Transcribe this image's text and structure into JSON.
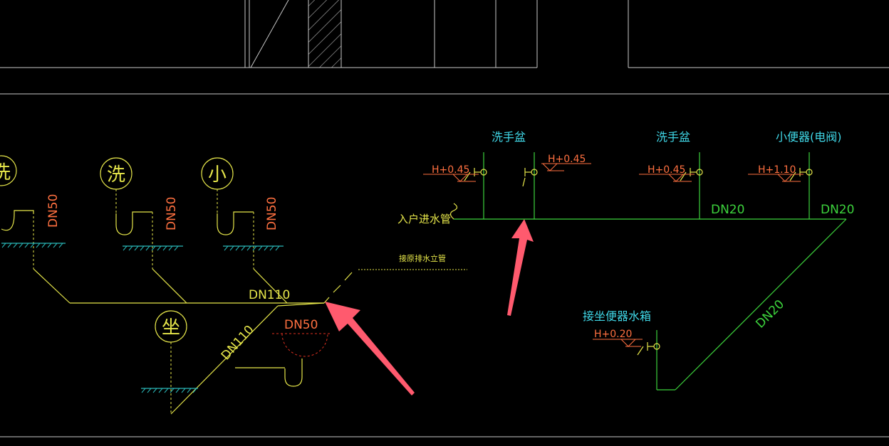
{
  "colors": {
    "background": "#000000",
    "frame": "#c8c8c8",
    "drain": "#e6e64a",
    "supply": "#3cd23c",
    "label_cyan": "#40d8e8",
    "label_orange": "#ff7040",
    "ground_hatch": "#2ab8b8",
    "dashed_red": "#e03020",
    "annotation_arrow": "#ff5a6e"
  },
  "drainage": {
    "fixture_wash_left": "洗",
    "fixture_wash": "洗",
    "fixture_urinal": "小",
    "fixture_toilet": "坐",
    "branch_1": "DN50",
    "branch_2": "DN50",
    "branch_3": "DN50",
    "main_pipe": "DN110",
    "diagonal_pipe": "DN110",
    "trap_pipe": "DN50",
    "connect_note": "接原排水立管"
  },
  "supply": {
    "inlet": "入户进水管",
    "fixture_1": "洗手盆",
    "fixture_2": "洗手盆",
    "fixture_3": "小便器(电阀)",
    "valve_1": "H+0.45",
    "valve_2": "H+0.45",
    "valve_3": "H+0.45",
    "valve_4": "H+1.10",
    "main_1": "DN20",
    "main_2": "DN20",
    "diagonal": "DN20",
    "toilet_tank": "接坐便器水箱",
    "toilet_valve": "H+0.20"
  }
}
